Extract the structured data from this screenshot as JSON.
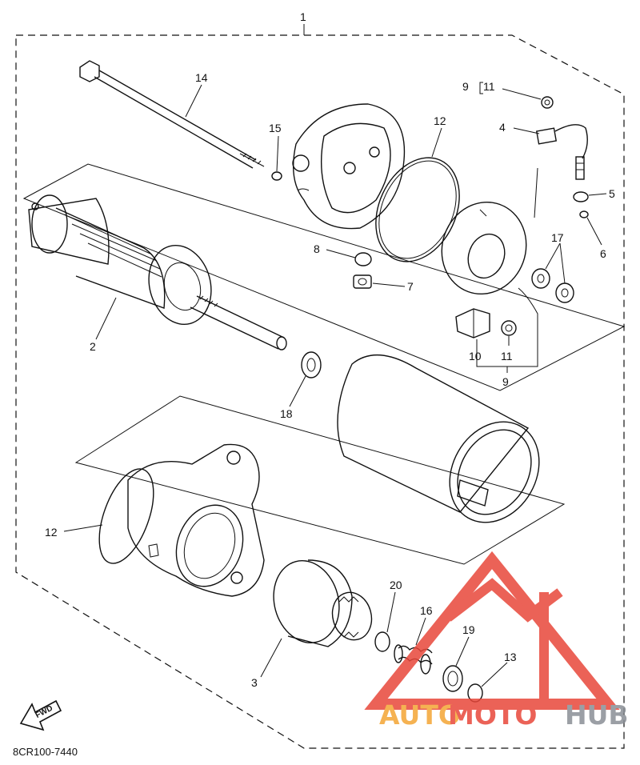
{
  "diagram": {
    "assembly_number": "1",
    "part_code": "8CR100-7440",
    "fwd_label": "FWD",
    "labels": {
      "l14": "14",
      "l15": "15",
      "l12a": "12",
      "l4": "4",
      "l9top": "9",
      "l11top": "11",
      "l5": "5",
      "l6": "6",
      "l17": "17",
      "l8": "8",
      "l7": "7",
      "l2": "2",
      "l18": "18",
      "l10": "10",
      "l11bot": "11",
      "l9bot": "9",
      "l12b": "12",
      "l20": "20",
      "l16": "16",
      "l19": "19",
      "l13": "13",
      "l3": "3"
    }
  },
  "watermark": {
    "part1": "AUTO",
    "part2": "MOTO",
    "part3": "HUB",
    "colors": {
      "auto": "#f4a534",
      "moto": "#e8473a",
      "hub": "#8a8f96",
      "triangle": "#e8473a"
    }
  }
}
